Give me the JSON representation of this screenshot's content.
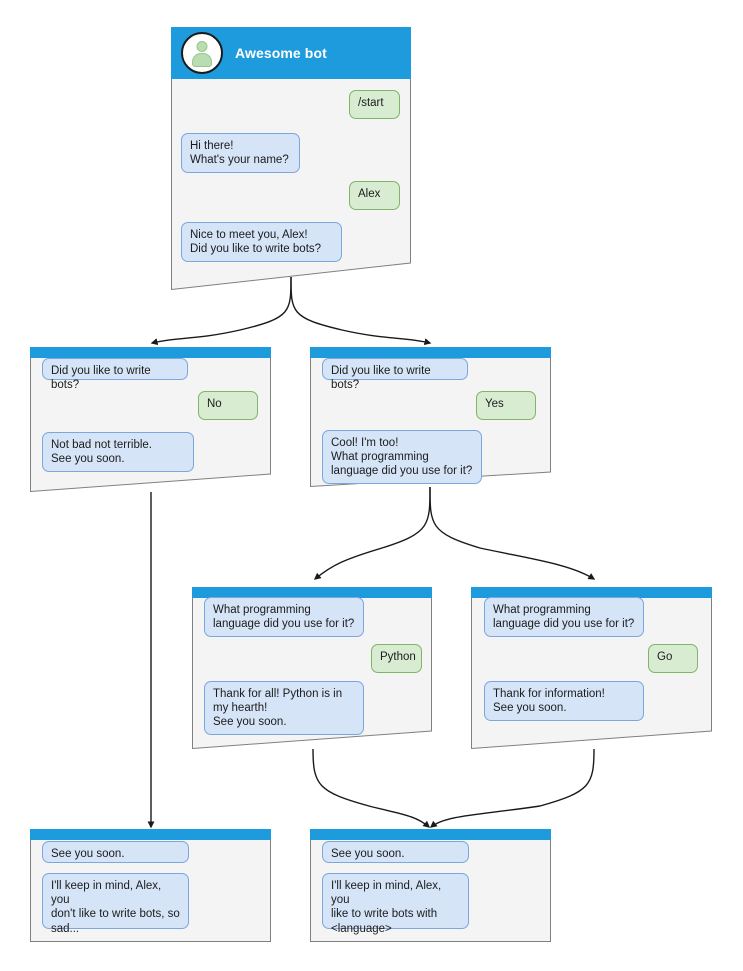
{
  "diagram": {
    "title": "Telegram bot conversation flow",
    "colors": {
      "header_blue": "#1d9bdd",
      "node_background": "#f4f4f4",
      "node_border": "#808080",
      "incoming_bubble_fill": "#d5e4f7",
      "incoming_bubble_border": "#7ba7dd",
      "outgoing_bubble_fill": "#d8ecd2",
      "outgoing_bubble_border": "#82b366",
      "edge_stroke": "#1a1a1a",
      "avatar_glyph": "#b9ddb0"
    }
  },
  "nodes": [
    {
      "id": "root",
      "name": "start-screen",
      "header_type": "tall",
      "bot_name": "Awesome bot",
      "avatar_icon": "user-avatar-icon",
      "messages": [
        {
          "direction": "out",
          "text": "/start"
        },
        {
          "direction": "in",
          "text": "Hi there!\nWhat's your name?"
        },
        {
          "direction": "out",
          "text": "Alex"
        },
        {
          "direction": "in",
          "text": "Nice to meet you, Alex!\nDid you like to write bots?"
        }
      ]
    },
    {
      "id": "no_branch",
      "name": "answer-no-screen",
      "header_type": "thin",
      "messages": [
        {
          "direction": "in",
          "text": "Did you like to write bots?"
        },
        {
          "direction": "out",
          "text": "No"
        },
        {
          "direction": "in",
          "text": "Not bad not terrible.\nSee you soon."
        }
      ]
    },
    {
      "id": "yes_branch",
      "name": "answer-yes-screen",
      "header_type": "thin",
      "messages": [
        {
          "direction": "in",
          "text": "Did you like to write bots?"
        },
        {
          "direction": "out",
          "text": "Yes"
        },
        {
          "direction": "in",
          "text": "Cool! I'm too!\nWhat programming\nlanguage did you use for it?"
        }
      ]
    },
    {
      "id": "python_branch",
      "name": "answer-python-screen",
      "header_type": "thin",
      "messages": [
        {
          "direction": "in",
          "text": "What programming\nlanguage did you use for it?"
        },
        {
          "direction": "out",
          "text": "Python"
        },
        {
          "direction": "in",
          "text": "Thank for all! Python is in\nmy hearth!\nSee you soon."
        }
      ]
    },
    {
      "id": "go_branch",
      "name": "answer-go-screen",
      "header_type": "thin",
      "messages": [
        {
          "direction": "in",
          "text": "What programming\nlanguage did you use for it?"
        },
        {
          "direction": "out",
          "text": "Go"
        },
        {
          "direction": "in",
          "text": "Thank for information!\nSee you soon."
        }
      ]
    },
    {
      "id": "end_left",
      "name": "end-screen-no",
      "header_type": "thin",
      "messages": [
        {
          "direction": "in",
          "text": "See you soon."
        },
        {
          "direction": "in",
          "text": "I'll keep in mind, Alex, you\ndon't like to write bots, so\nsad..."
        }
      ]
    },
    {
      "id": "end_right",
      "name": "end-screen-yes",
      "header_type": "thin",
      "messages": [
        {
          "direction": "in",
          "text": "See you soon."
        },
        {
          "direction": "in",
          "text": "I'll keep in mind, Alex, you\nlike to write bots with\n<language>"
        }
      ]
    }
  ]
}
